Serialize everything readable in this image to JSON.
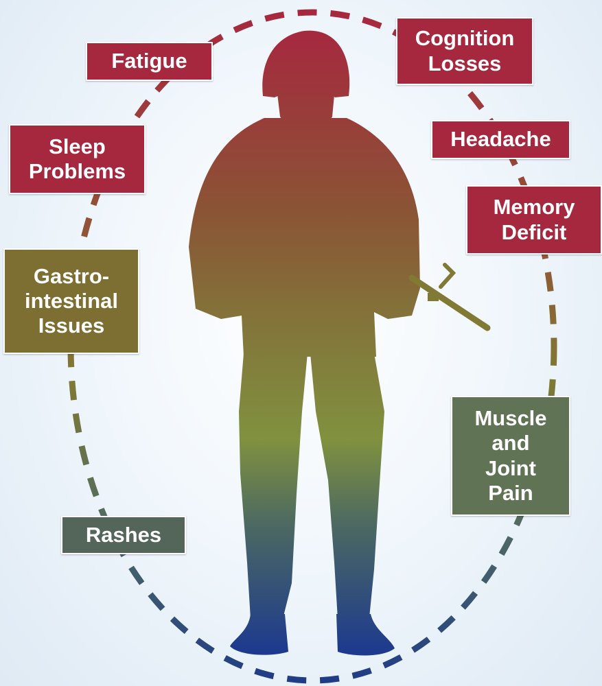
{
  "symptoms": {
    "fatigue": "Fatigue",
    "cognition_losses": "Cognition\nLosses",
    "headache": "Headache",
    "sleep_problems": "Sleep\nProblems",
    "memory_deficit": "Memory\nDeficit",
    "gastrointestinal_issues": "Gastro-\nintestinal\nIssues",
    "muscle_and_joint_pain": "Muscle\nand\nJoint\nPain",
    "rashes": "Rashes"
  },
  "colors": {
    "upper_symptoms": "#a6283f",
    "gastrointestinal": "#7d6f31",
    "muscle_joint": "#607455",
    "rashes": "#54665a",
    "silhouette_top": "#a6283f",
    "silhouette_middle": "#80913f",
    "silhouette_bottom": "#1d3a8e",
    "ring_top": "#a6283f",
    "ring_middle": "#7f7a34",
    "ring_bottom": "#1f3c86"
  },
  "icons": [
    "soldier-silhouette",
    "rifle-icon",
    "dashed-ring"
  ]
}
